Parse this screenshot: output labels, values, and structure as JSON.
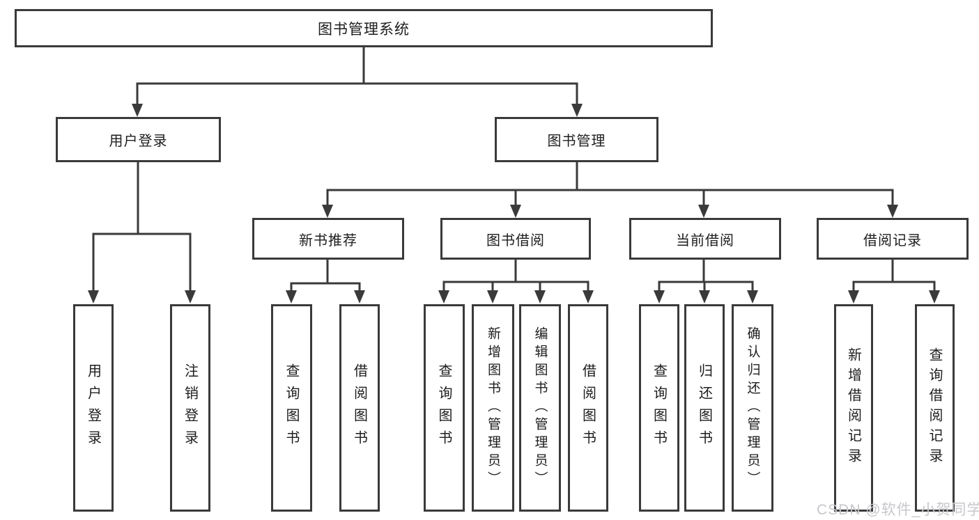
{
  "nodes": {
    "root": "图书管理系统",
    "user_login_group": "用户登录",
    "book_mgmt_group": "图书管理",
    "new_books": "新书推荐",
    "book_borrow": "图书借阅",
    "current_borrow": "当前借阅",
    "borrow_records": "借阅记录"
  },
  "leaves": {
    "user_login": [
      "用户登录",
      "注销登录"
    ],
    "new_books": [
      "查询图书",
      "借阅图书"
    ],
    "book_borrow": [
      "查询图书",
      "新增图书（管理员）",
      "编辑图书（管理员）",
      "借阅图书"
    ],
    "current_borrow": [
      "查询图书",
      "归还图书",
      "确认归还（管理员）"
    ],
    "borrow_records": [
      "新增借阅记录",
      "查询借阅记录"
    ]
  },
  "watermark": "CSDN @软件_小贺同学",
  "colors": {
    "line": "#3a3a3a",
    "text": "#1d1d1d",
    "watermark": "#c7c7cc",
    "background": "#ffffff"
  }
}
